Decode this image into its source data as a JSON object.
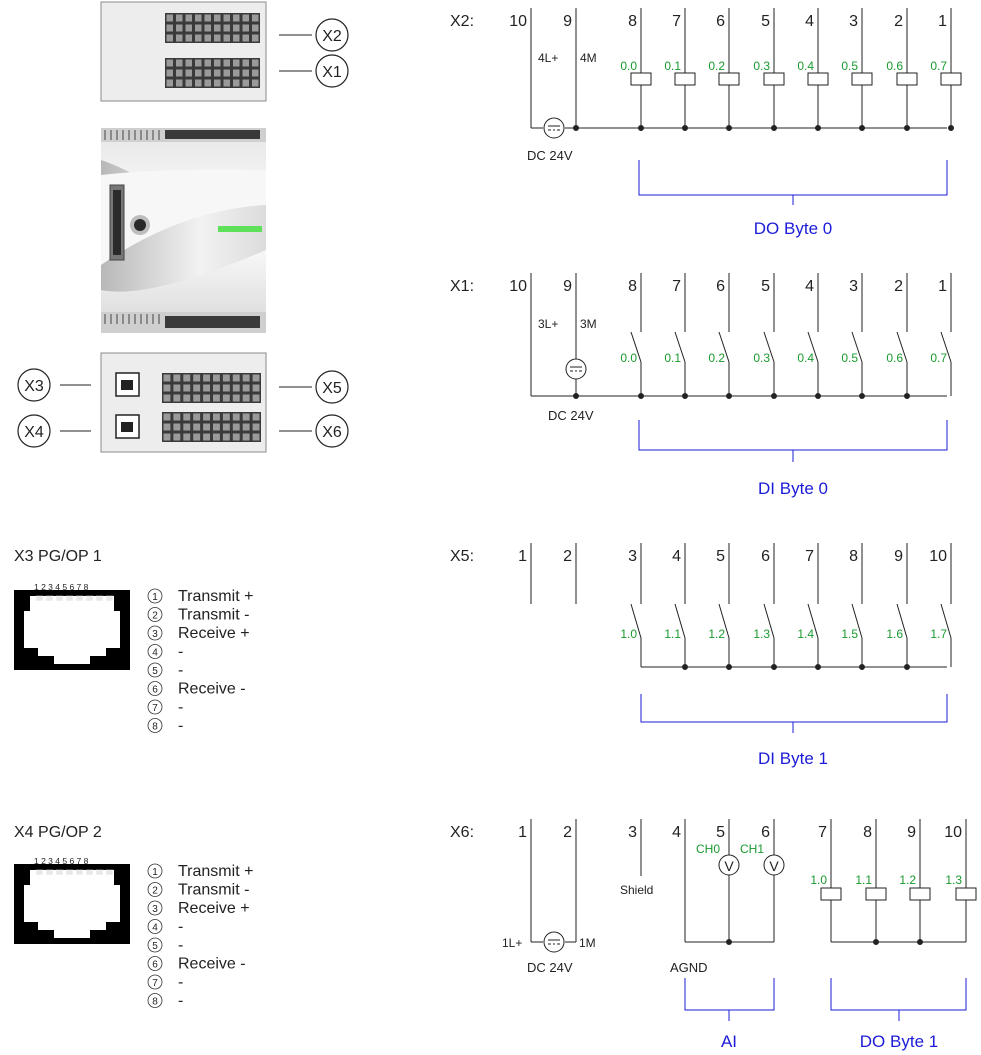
{
  "module": {
    "top_callouts": [
      "X2",
      "X1"
    ],
    "left_callouts": [
      "X3",
      "X4"
    ],
    "right_callouts": [
      "X5",
      "X6"
    ]
  },
  "ports": [
    {
      "title": "X3 PG/OP 1",
      "pin_header": "1 2 3 4 5 6 7 8",
      "pins": [
        {
          "num": "1",
          "label": "Transmit +"
        },
        {
          "num": "2",
          "label": "Transmit -"
        },
        {
          "num": "3",
          "label": "Receive +"
        },
        {
          "num": "4",
          "label": "-"
        },
        {
          "num": "5",
          "label": "-"
        },
        {
          "num": "6",
          "label": "Receive -"
        },
        {
          "num": "7",
          "label": "-"
        },
        {
          "num": "8",
          "label": "-"
        }
      ]
    },
    {
      "title": "X4 PG/OP 2",
      "pin_header": "1 2 3 4 5 6 7 8",
      "pins": [
        {
          "num": "1",
          "label": "Transmit +"
        },
        {
          "num": "2",
          "label": "Transmit -"
        },
        {
          "num": "3",
          "label": "Receive +"
        },
        {
          "num": "4",
          "label": "-"
        },
        {
          "num": "5",
          "label": "-"
        },
        {
          "num": "6",
          "label": "Receive -"
        },
        {
          "num": "7",
          "label": "-"
        },
        {
          "num": "8",
          "label": "-"
        }
      ]
    }
  ],
  "connectors": {
    "x2": {
      "label": "X2:",
      "pins": [
        "10",
        "9",
        "8",
        "7",
        "6",
        "5",
        "4",
        "3",
        "2",
        "1"
      ],
      "supply_labels": [
        "4L+",
        "4M"
      ],
      "channels": [
        "0.0",
        "0.1",
        "0.2",
        "0.3",
        "0.4",
        "0.5",
        "0.6",
        "0.7"
      ],
      "supply": "DC 24V",
      "group": "DO Byte 0"
    },
    "x1": {
      "label": "X1:",
      "pins": [
        "10",
        "9",
        "8",
        "7",
        "6",
        "5",
        "4",
        "3",
        "2",
        "1"
      ],
      "supply_labels": [
        "3L+",
        "3M"
      ],
      "channels": [
        "0.0",
        "0.1",
        "0.2",
        "0.3",
        "0.4",
        "0.5",
        "0.6",
        "0.7"
      ],
      "supply": "DC 24V",
      "group": "DI Byte 0"
    },
    "x5": {
      "label": "X5:",
      "pins": [
        "1",
        "2",
        "3",
        "4",
        "5",
        "6",
        "7",
        "8",
        "9",
        "10"
      ],
      "channels": [
        "1.0",
        "1.1",
        "1.2",
        "1.3",
        "1.4",
        "1.5",
        "1.6",
        "1.7"
      ],
      "group": "DI Byte 1"
    },
    "x6": {
      "label": "X6:",
      "pins": [
        "1",
        "2",
        "3",
        "4",
        "5",
        "6",
        "7",
        "8",
        "9",
        "10"
      ],
      "supply_left": "1L+",
      "supply_right": "1M",
      "supply": "DC 24V",
      "shield": "Shield",
      "analog_channels": [
        "CH0",
        "CH1"
      ],
      "meter_symbol": "V",
      "agnd": "AGND",
      "analog_group": "AI",
      "outputs": [
        "1.0",
        "1.1",
        "1.2",
        "1.3"
      ],
      "output_group": "DO Byte 1"
    }
  }
}
